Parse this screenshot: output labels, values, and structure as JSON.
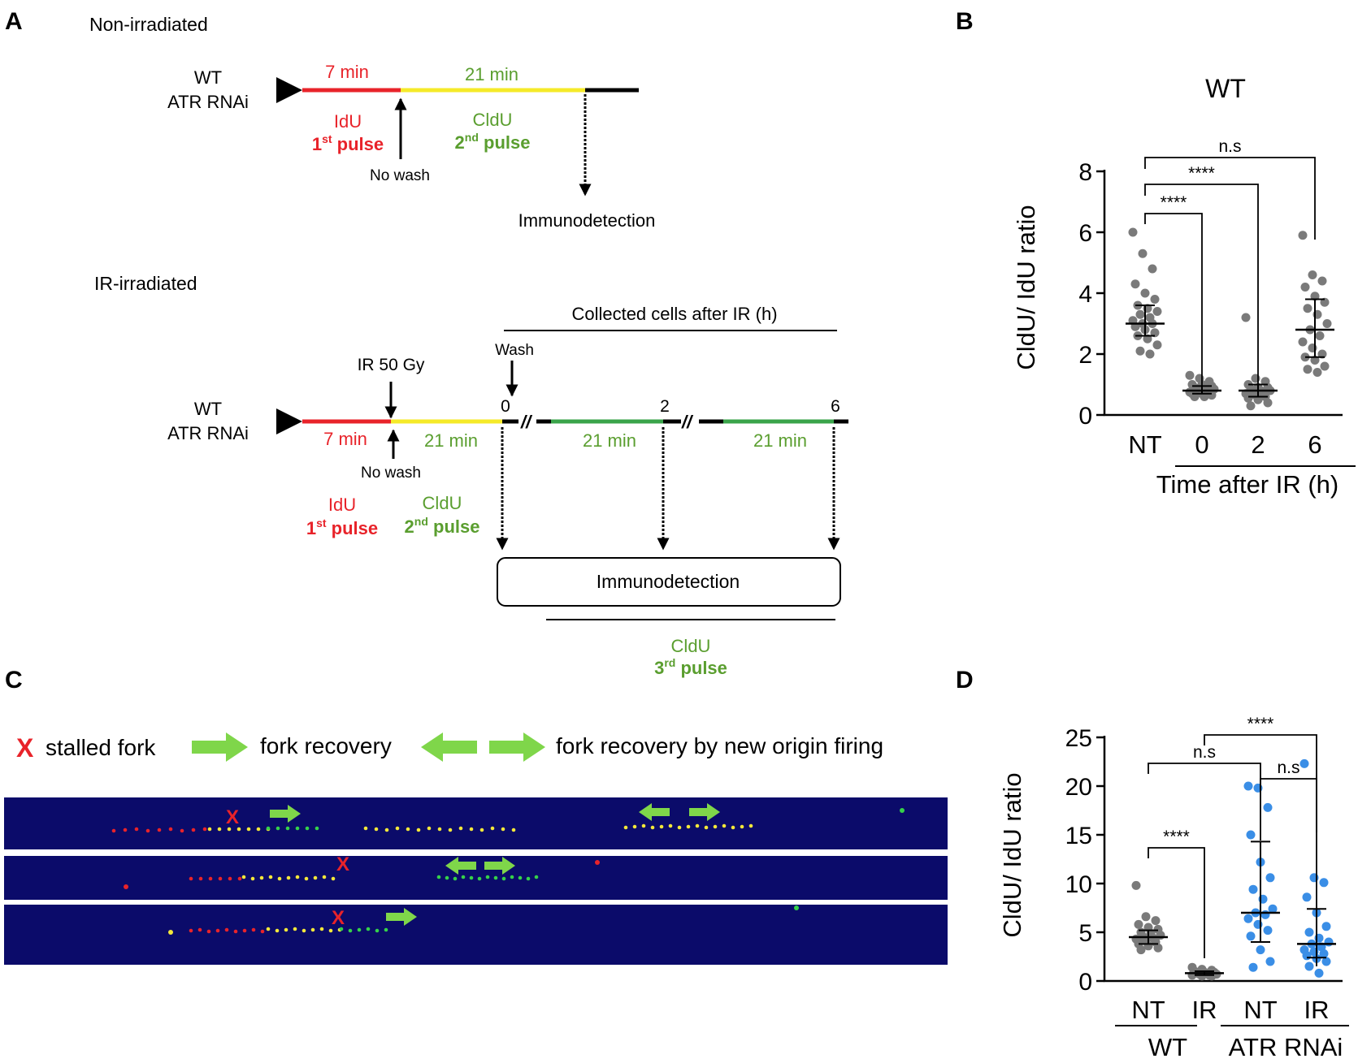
{
  "panel_a": {
    "label": "A",
    "non_irradiated": {
      "title": "Non-irradiated",
      "cell_line_1": "WT",
      "cell_line_2": "ATR RNAi",
      "first_duration": "7 min",
      "second_duration": "21 min",
      "first_drug": "IdU",
      "first_pulse_prefix": "1",
      "first_pulse_sup": "st",
      "first_pulse_suffix": " pulse",
      "second_drug": "CldU",
      "second_pulse_prefix": "2",
      "second_pulse_sup": "nd",
      "second_pulse_suffix": " pulse",
      "no_wash": "No wash",
      "immunodetection": "Immunodetection"
    },
    "ir_irradiated": {
      "title": "IR-irradiated",
      "cell_line_1": "WT",
      "cell_line_2": "ATR RNAi",
      "collected_label": "Collected cells after IR (h)",
      "wash": "Wash",
      "ir_dose": "IR 50 Gy",
      "no_wash": "No wash",
      "first_duration": "7 min",
      "second_duration": "21 min",
      "timepoints": [
        "0",
        "2",
        "6"
      ],
      "third_durations": [
        "21 min",
        "21 min"
      ],
      "first_drug": "IdU",
      "first_pulse_prefix": "1",
      "first_pulse_sup": "st",
      "first_pulse_suffix": " pulse",
      "second_drug": "CldU",
      "second_pulse_prefix": "2",
      "second_pulse_sup": "nd",
      "second_pulse_suffix": " pulse",
      "immunodetection": "Immunodetection",
      "third_drug": "CldU",
      "third_pulse_prefix": "3",
      "third_pulse_sup": "rd",
      "third_pulse_suffix": " pulse"
    },
    "colors": {
      "idu": "#e8232a",
      "cldu_label": "#5a9e2f",
      "yellow": "#f5ea29",
      "green_line": "#3aa44a"
    }
  },
  "panel_b": {
    "label": "B",
    "chart_data": {
      "type": "scatter",
      "title": "WT",
      "ylabel": "CldU/ IdU ratio",
      "xlabel": "Time after IR (h)",
      "categories": [
        "NT",
        "0",
        "2",
        "6"
      ],
      "ylim": [
        0,
        8
      ],
      "yticks": [
        "0",
        "2",
        "4",
        "6",
        "8"
      ],
      "point_color": "#7a7a7a",
      "groups": [
        {
          "category": "NT",
          "values": [
            6.0,
            5.3,
            4.8,
            4.3,
            4.0,
            3.8,
            3.6,
            3.5,
            3.4,
            3.3,
            3.2,
            3.1,
            3.0,
            3.0,
            2.9,
            2.8,
            2.7,
            2.6,
            2.5,
            2.3,
            2.1,
            2.0
          ],
          "median": 3.0,
          "iqr": [
            2.6,
            3.6
          ]
        },
        {
          "category": "0",
          "values": [
            1.3,
            1.2,
            1.1,
            1.0,
            1.0,
            0.95,
            0.9,
            0.9,
            0.85,
            0.8,
            0.8,
            0.75,
            0.75,
            0.7,
            0.7,
            0.7,
            0.65,
            0.6,
            0.6
          ],
          "median": 0.8,
          "iqr": [
            0.7,
            0.95
          ]
        },
        {
          "category": "2",
          "values": [
            3.2,
            1.2,
            1.1,
            1.0,
            0.9,
            0.9,
            0.85,
            0.8,
            0.8,
            0.75,
            0.7,
            0.7,
            0.65,
            0.6,
            0.55,
            0.5,
            0.4,
            0.3
          ],
          "median": 0.8,
          "iqr": [
            0.6,
            1.0
          ]
        },
        {
          "category": "6",
          "values": [
            5.9,
            4.6,
            4.4,
            4.2,
            3.9,
            3.7,
            3.5,
            3.3,
            3.0,
            2.8,
            2.6,
            2.4,
            2.2,
            2.0,
            1.9,
            1.8,
            1.6,
            1.5,
            1.4
          ],
          "median": 2.8,
          "iqr": [
            1.9,
            3.8
          ]
        }
      ],
      "comparisons": [
        {
          "from": "NT",
          "to": "0",
          "label": "****"
        },
        {
          "from": "NT",
          "to": "2",
          "label": "****"
        },
        {
          "from": "NT",
          "to": "6",
          "label": "n.s"
        }
      ]
    }
  },
  "panel_c": {
    "label": "C",
    "legend": {
      "stalled_symbol": "X",
      "stalled": "stalled fork",
      "recovery": "fork recovery",
      "new_origin": "fork recovery by new origin firing"
    },
    "fiber_markers": [
      "X",
      "X",
      "X"
    ],
    "colors": {
      "background": "#0b0b6a",
      "red": "#e8232a",
      "yellow": "#f4e83a",
      "green": "#35d14a",
      "arrow": "#7fd64a"
    }
  },
  "panel_d": {
    "label": "D",
    "chart_data": {
      "type": "scatter",
      "ylabel": "CldU/ IdU ratio",
      "categories": [
        "NT",
        "IR",
        "NT",
        "IR"
      ],
      "group_labels": [
        "WT",
        "ATR RNAi"
      ],
      "ylim": [
        0,
        25
      ],
      "yticks": [
        "0",
        "5",
        "10",
        "15",
        "20",
        "25"
      ],
      "series": [
        {
          "name": "WT NT",
          "color": "#7a7a7a",
          "values": [
            9.8,
            6.6,
            6.2,
            5.8,
            5.5,
            5.3,
            5.0,
            4.9,
            4.7,
            4.5,
            4.4,
            4.3,
            4.1,
            4.0,
            3.8,
            3.6,
            3.4,
            3.2
          ],
          "median": 4.5,
          "iqr": [
            3.8,
            5.2
          ]
        },
        {
          "name": "WT IR",
          "color": "#7a7a7a",
          "values": [
            1.4,
            1.2,
            1.1,
            1.0,
            0.9,
            0.9,
            0.8,
            0.8,
            0.7,
            0.7,
            0.6,
            0.6,
            0.5,
            0.5
          ],
          "median": 0.8,
          "iqr": [
            0.6,
            1.0
          ]
        },
        {
          "name": "ATR RNAi NT",
          "color": "#3a8ee6",
          "values": [
            20.0,
            19.8,
            17.8,
            15.0,
            12.2,
            10.6,
            9.4,
            8.4,
            7.4,
            7.0,
            6.8,
            6.4,
            5.8,
            5.2,
            4.6,
            3.2,
            2.0,
            1.4
          ],
          "median": 7.0,
          "iqr": [
            4.0,
            14.3
          ]
        },
        {
          "name": "ATR RNAi IR",
          "color": "#3a8ee6",
          "values": [
            22.3,
            10.6,
            10.1,
            8.6,
            7.0,
            5.6,
            5.0,
            4.4,
            4.0,
            3.8,
            3.5,
            3.2,
            3.0,
            2.8,
            2.6,
            2.3,
            2.0,
            1.5,
            0.8
          ],
          "median": 3.8,
          "iqr": [
            2.4,
            7.4
          ]
        }
      ],
      "comparisons": [
        {
          "from": 0,
          "to": 1,
          "label": "****"
        },
        {
          "from": 0,
          "to": 2,
          "label": "n.s"
        },
        {
          "from": 2,
          "to": 3,
          "label": "n.s"
        },
        {
          "from": 1,
          "to": 3,
          "label": "****"
        }
      ]
    }
  }
}
